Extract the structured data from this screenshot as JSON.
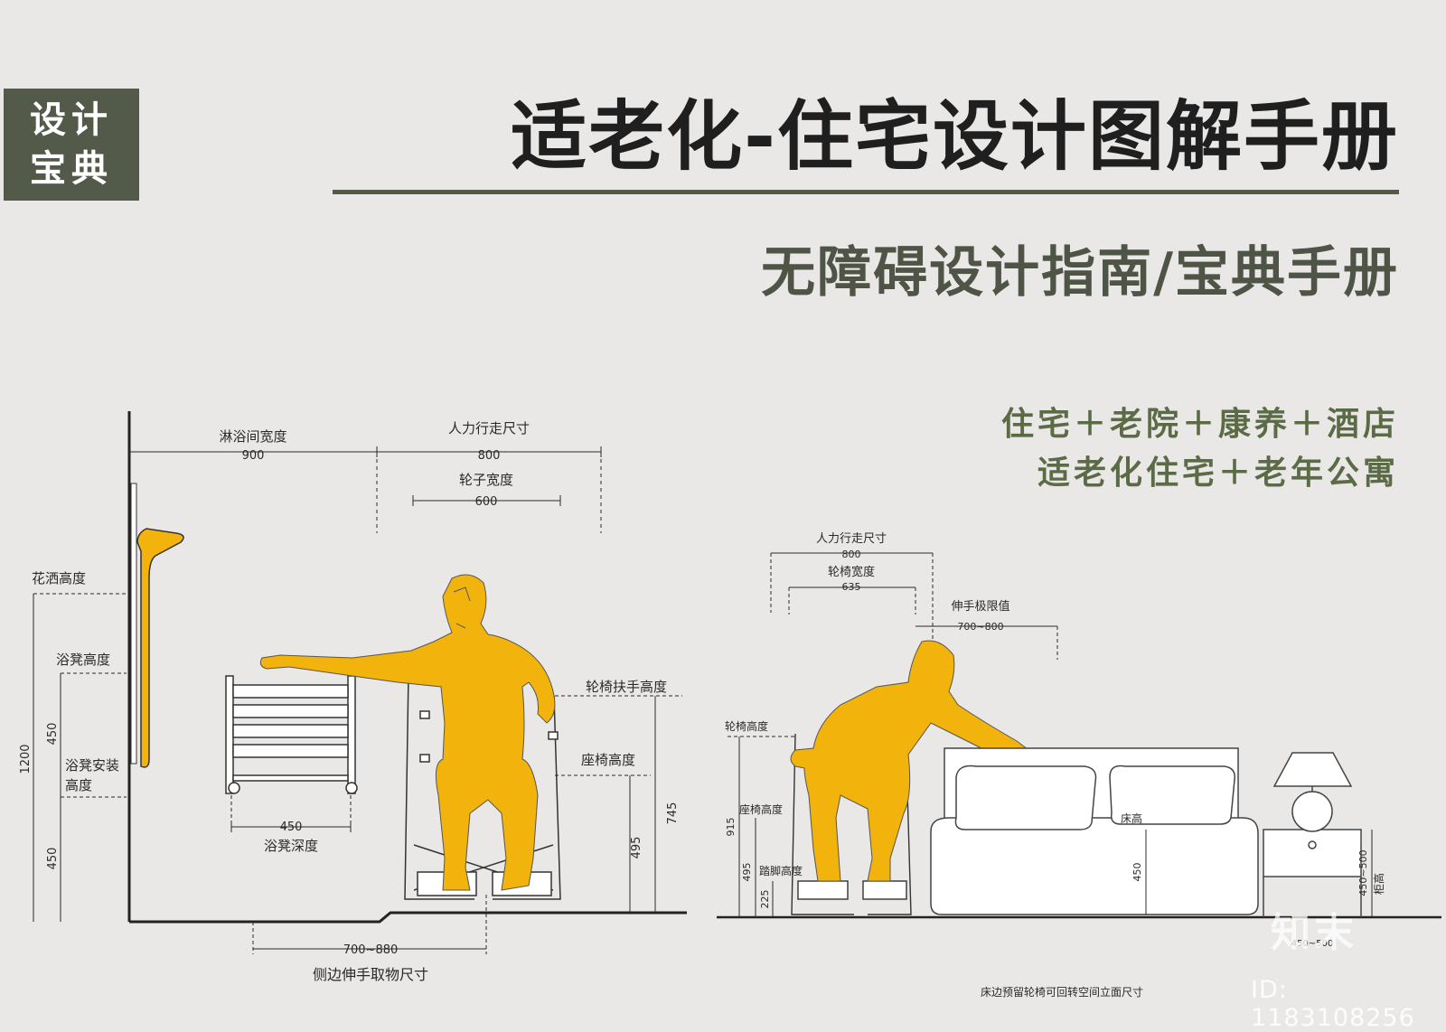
{
  "badge": {
    "line1": "设计",
    "line2": "宝典"
  },
  "title": "适老化-住宅设计图解手册",
  "subtitle": "无障碍设计指南/宝典手册",
  "taglines": [
    "住宅＋老院＋康养＋酒店",
    "适老化住宅＋老年公寓"
  ],
  "left_diagram": {
    "shower_width_label": "淋浴间宽度",
    "shower_width": "900",
    "walk_width_label": "人力行走尺寸",
    "walk_width": "800",
    "wheel_width_label": "轮子宽度",
    "wheel_width": "600",
    "shower_head_height_label": "花洒高度",
    "stool_height_label": "浴凳高度",
    "stool_install_label_1": "浴凳安装",
    "stool_install_label_2": "高度",
    "dim_1200": "1200",
    "dim_450_upper": "450",
    "dim_450_lower": "450",
    "stool_depth": "450",
    "stool_depth_label": "浴凳深度",
    "armrest_height_label": "轮椅扶手高度",
    "seat_height_label": "座椅高度",
    "dim_495": "495",
    "dim_745": "745",
    "side_reach": "700~880",
    "side_reach_label": "侧边伸手取物尺寸"
  },
  "right_diagram": {
    "walk_width_label": "人力行走尺寸",
    "walk_width": "800",
    "chair_width_label": "轮椅宽度",
    "chair_width": "635",
    "reach_limit_label": "伸手极限值",
    "reach_limit": "700~800",
    "chair_height_label": "轮椅高度",
    "seat_height_label": "座椅高度",
    "footrest_height_label": "踏脚高度",
    "dim_915": "915",
    "dim_495": "495",
    "dim_225": "225",
    "bed_height_label": "床高",
    "dim_450": "450",
    "cabinet_height": "450~500",
    "cabinet_height_label": "柜高",
    "cabinet_bottom": "450~500",
    "caption": "床边预留轮椅可回转空间立面尺寸"
  },
  "watermark": {
    "logo": "知末",
    "id": "ID: 1183108256"
  },
  "colors": {
    "figure": "#f2b40c",
    "badge": "#535a49",
    "accent": "#5b6b45"
  }
}
